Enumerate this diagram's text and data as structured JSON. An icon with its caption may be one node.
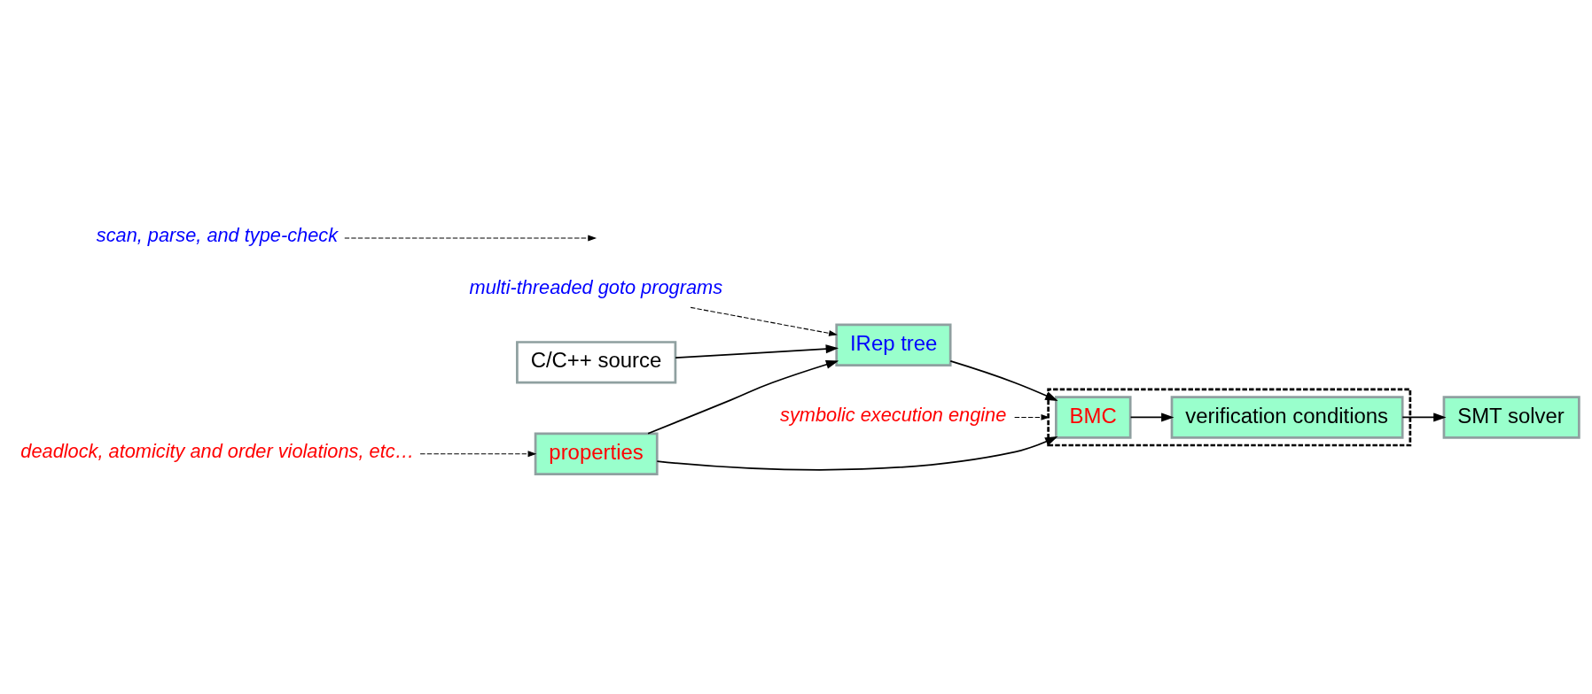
{
  "diagram": {
    "nodes": [
      {
        "text": [
          "multi-threaded goto programs"
        ]
      },
      {
        "text": [
          "symbolic execution engine"
        ]
      },
      {
        "text": [
          "C/C++ source"
        ]
      },
      {
        "text": [
          "IRep tree"
        ]
      },
      {
        "text": [],
        "shape": "box"
      },
      {
        "text": [
          "BMC"
        ],
        "in": 4
      },
      {
        "text": [
          "verification conditions"
        ],
        "in": 4
      },
      {
        "text": [
          "SMT solver"
        ]
      },
      {
        "text": [
          "scan, parse, and type-check"
        ]
      },
      {
        "text": [
          "properties"
        ]
      },
      {
        "text": [
          "deadlock, atomicity and order violations, etc…"
        ]
      }
    ],
    "edges": [
      {
        "from": 0,
        "to": 3,
        "arrow": "to",
        "style": "dashed"
      },
      {
        "from": 1,
        "to": 4,
        "arrow": "to",
        "style": "dashed"
      },
      {
        "from": 2,
        "to": 3,
        "arrow": "to"
      },
      {
        "from": 8,
        "to": null,
        "arrow": "to",
        "style": "dashed"
      },
      {
        "from": 9,
        "to": 3,
        "arrow": "to"
      },
      {
        "from": 3,
        "to": 5,
        "arrow": "to"
      },
      {
        "from": 9,
        "to": 5,
        "arrow": "to"
      },
      {
        "from": 5,
        "to": 6,
        "arrow": "to"
      },
      {
        "from": 6,
        "to": 7,
        "arrow": "to"
      },
      {
        "from": 10,
        "to": 9,
        "arrow": "to",
        "style": "dashed"
      }
    ]
  }
}
